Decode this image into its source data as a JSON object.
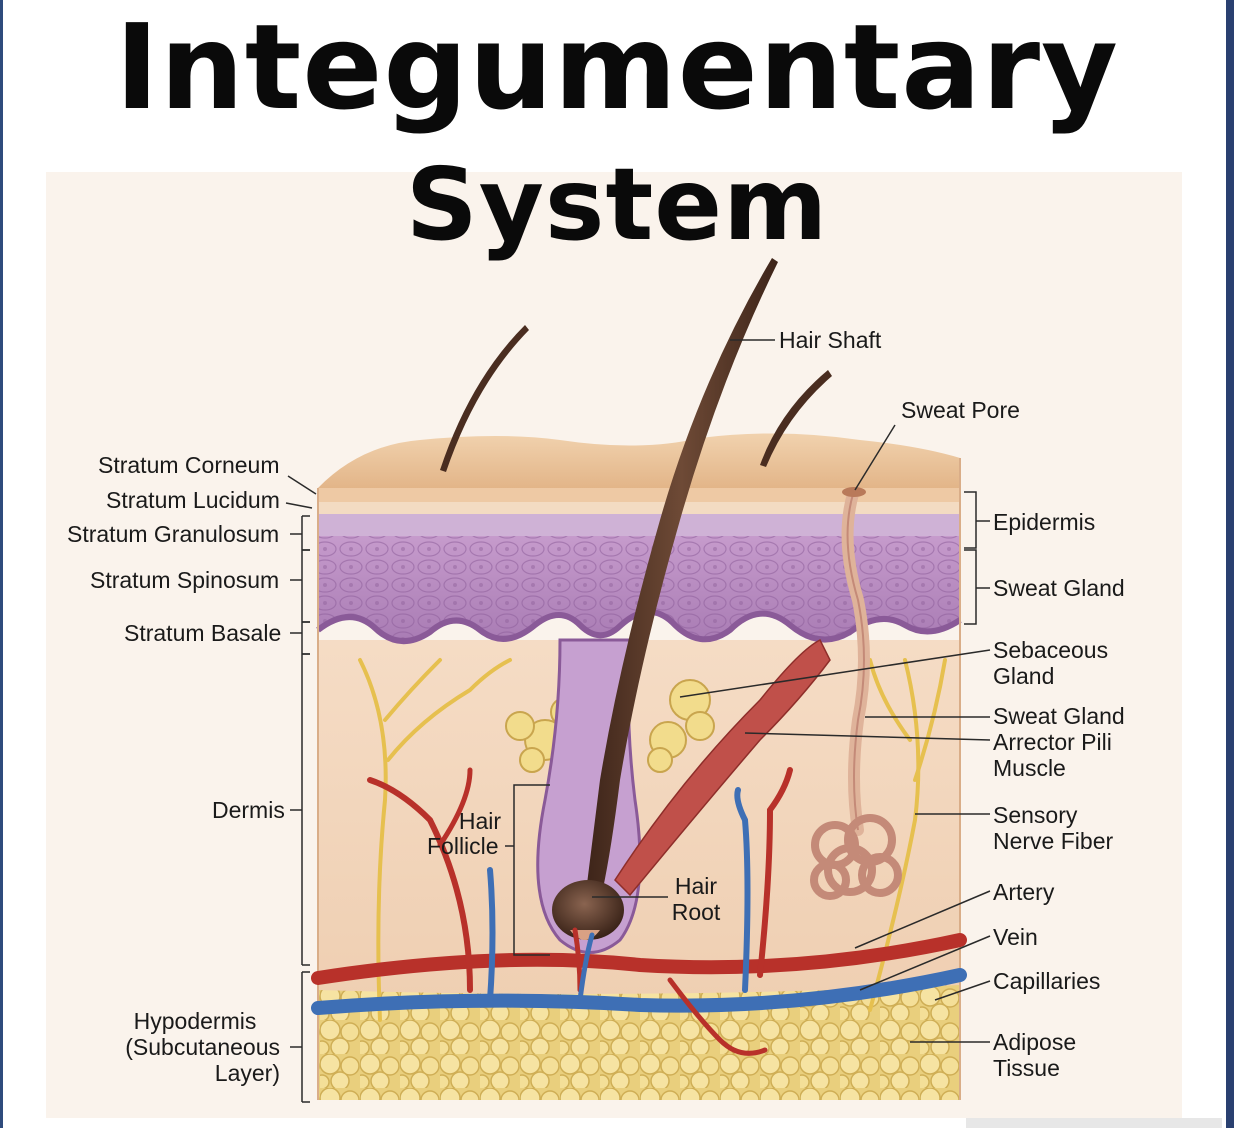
{
  "title": {
    "line1": "Integumentary",
    "line2": "System"
  },
  "labels": {
    "stratum_corneum": "Stratum Corneum",
    "stratum_lucidum": "Stratum Lucidum",
    "stratum_granulosum": "Stratum Granulosum",
    "stratum_spinosum": "Stratum Spinosum",
    "stratum_basale": "Stratum Basale",
    "dermis": "Dermis",
    "hypodermis": "Hypodermis",
    "hypodermis_sub1": "(Subcutaneous",
    "hypodermis_sub2": "Layer)",
    "hair_shaft": "Hair Shaft",
    "sweat_pore": "Sweat Pore",
    "epidermis": "Epidermis",
    "sweat_gland_top": "Sweat Gland",
    "sebaceous_1": "Sebaceous",
    "sebaceous_2": "Gland",
    "sweat_gland": "Sweat Gland",
    "arrector_1": "Arrector Pili",
    "arrector_2": "Muscle",
    "sensory_1": "Sensory",
    "sensory_2": "Nerve Fiber",
    "artery": "Artery",
    "vein": "Vein",
    "capillaries": "Capillaries",
    "adipose_1": "Adipose",
    "adipose_2": "Tissue",
    "hair_follicle_1": "Hair",
    "hair_follicle_2": "Follicle",
    "hair_root_1": "Hair",
    "hair_root_2": "Root"
  },
  "colors": {
    "skin_surface": "#e7bf98",
    "epidermis_purple": "#b98fc0",
    "dermis": "#f3d8c0",
    "hair": "#5a3a2a",
    "artery": "#b8312a",
    "vein": "#3e6fb5",
    "nerve": "#e8c85a",
    "fat": "#f0d98a",
    "muscle": "#c0504a"
  }
}
